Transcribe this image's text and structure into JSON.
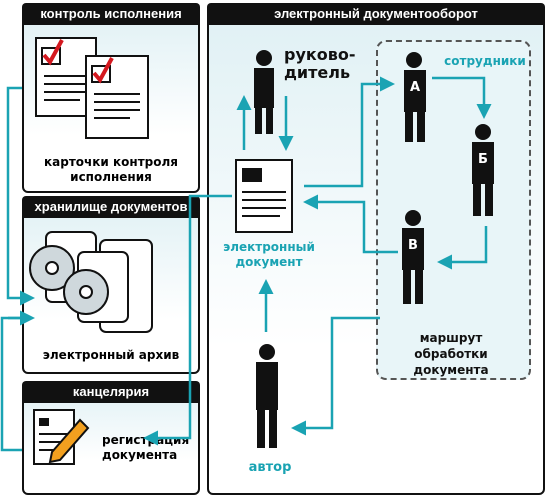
{
  "left_panels": {
    "control": {
      "title": "контроль исполнения",
      "caption": "карточки контроля исполнения"
    },
    "storage": {
      "title": "хранилище документов",
      "caption": "электронный архив"
    },
    "office": {
      "title": "канцелярия",
      "caption": "регистрация документа"
    }
  },
  "main": {
    "title": "электронный документооборот",
    "manager_label": "руково-\nдитель",
    "employees_label": "сотрудники",
    "document_label": "электронный документ",
    "route_label": "маршрут обработки документа",
    "author_label": "автор",
    "person_letters": [
      "А",
      "Б",
      "В"
    ]
  },
  "colors": {
    "accent": "#1aa3b3",
    "dark": "#111111",
    "panel_bg": "#dff0f4",
    "check": "#d4181f",
    "pencil": "#f2a01f"
  }
}
